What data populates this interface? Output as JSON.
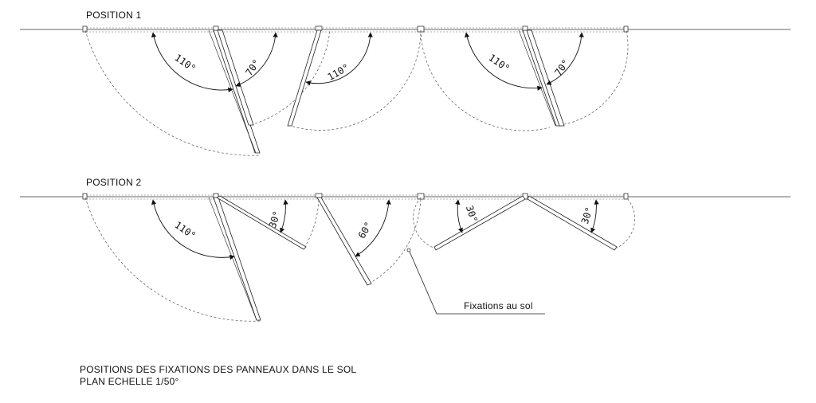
{
  "labels": {
    "position_1": "POSITION 1",
    "position_2": "POSITION 2",
    "callout": "Fixations au sol",
    "caption_line1": "POSITIONS DES FIXATIONS DES PANNEAUX DANS LE SOL",
    "caption_line2": "PLAN ECHELLE 1/50°"
  },
  "angles": {
    "p1_a": "110°",
    "p1_b": "70°",
    "p1_c": "110°",
    "p1_d": "110°",
    "p1_e": "70°",
    "p2_a": "110°",
    "p2_b": "30°",
    "p2_c": "60°",
    "p2_d": "30°",
    "p2_e": "30°"
  }
}
